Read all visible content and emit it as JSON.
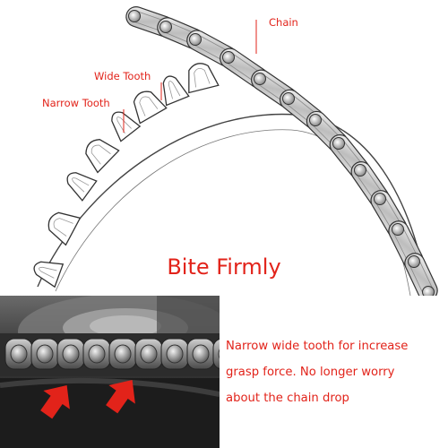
{
  "callouts": {
    "chain": "Chain",
    "wide_tooth": "Wide Tooth",
    "narrow_tooth": "Narrow Tooth"
  },
  "headline": "Bite Firmly",
  "description": {
    "lines": [
      "Narrow wide tooth for increase",
      "grasp force. No longer worry",
      "about the chain drop"
    ]
  },
  "icons": {
    "annotation_arrow": "red-up-arrow-icon"
  },
  "colors": {
    "accent_red": "#e2231a",
    "line_art": "#333333",
    "photo_dark": "#2a2a2a"
  }
}
